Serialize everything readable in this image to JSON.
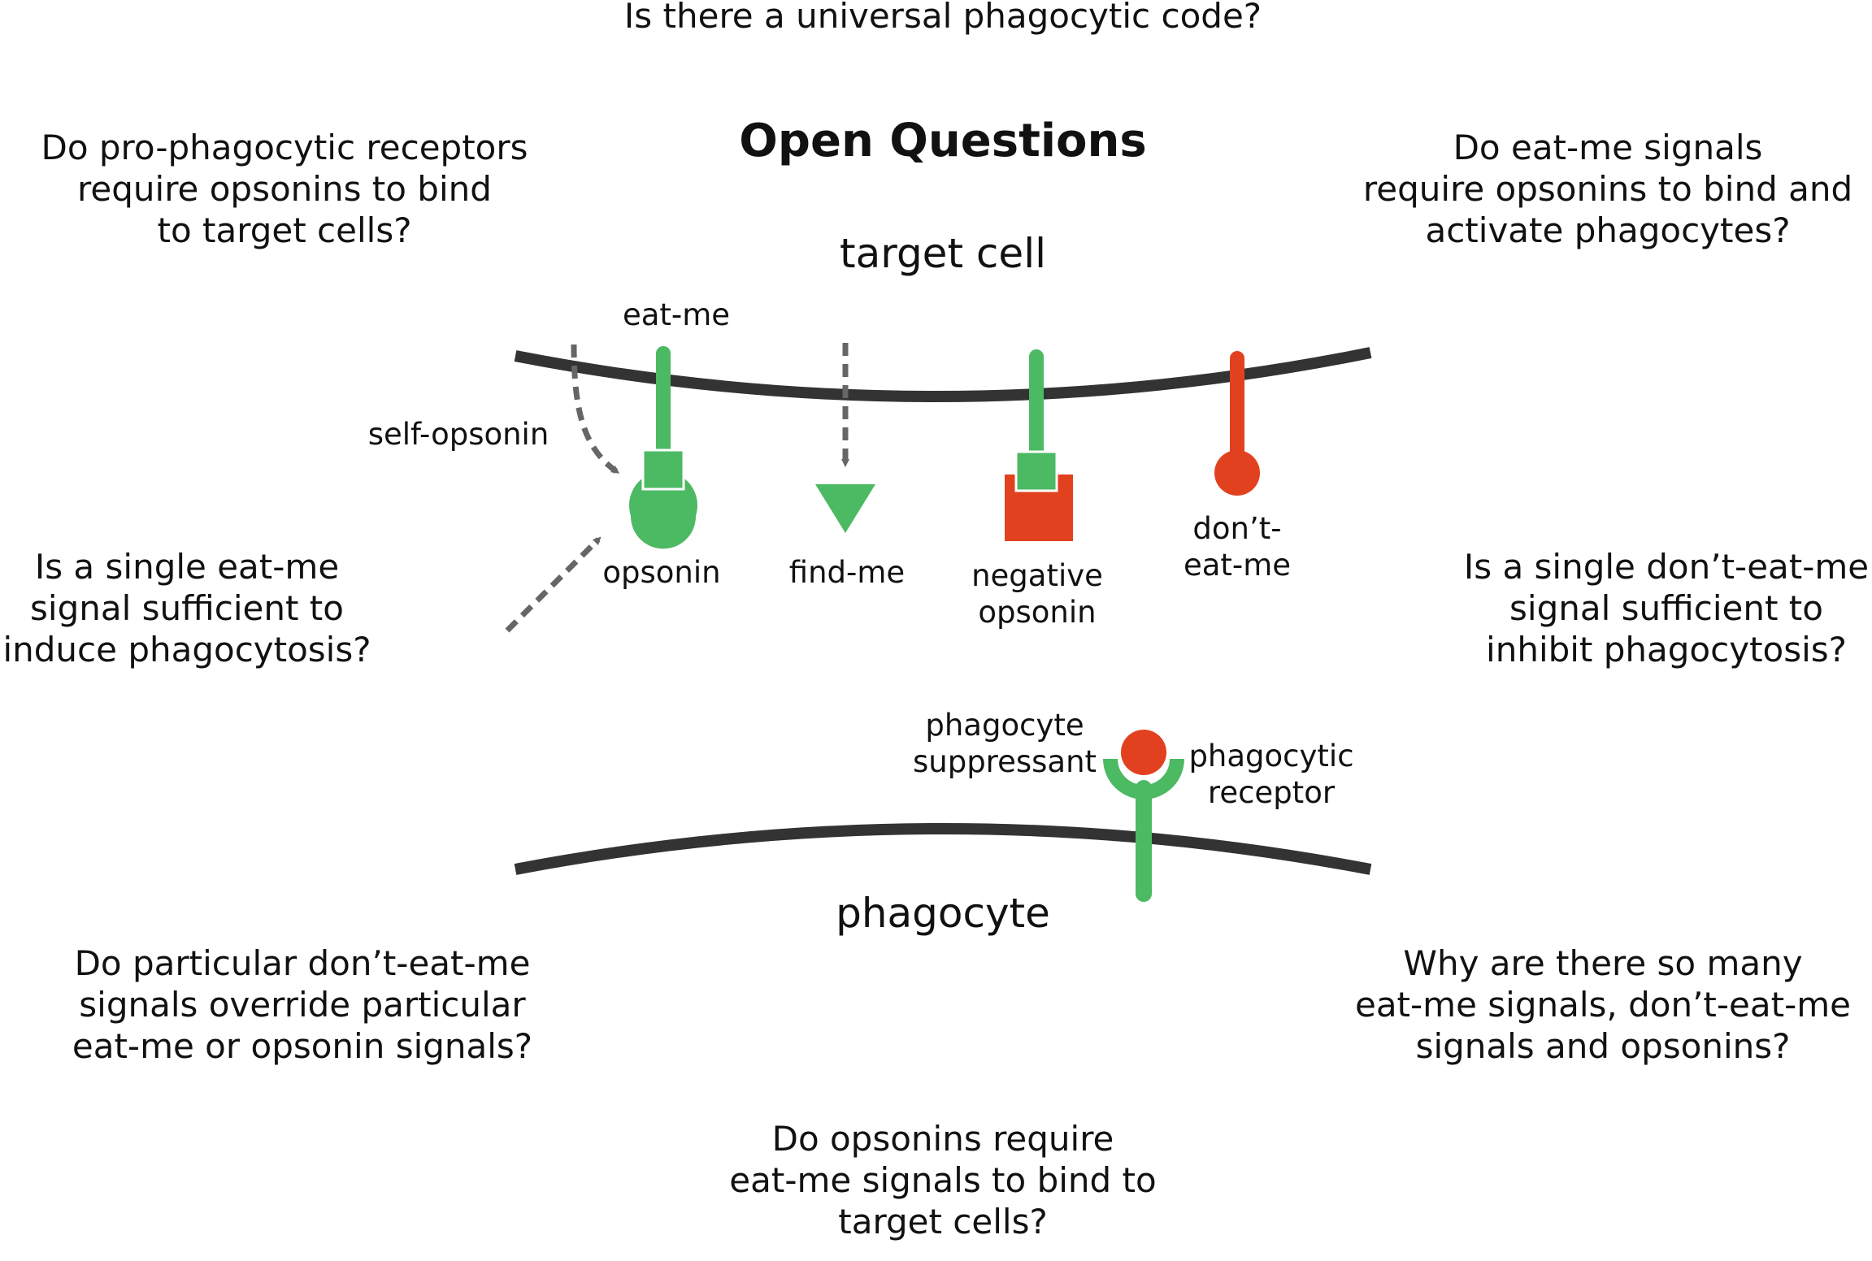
{
  "title": "Open Questions",
  "membranes": {
    "target_label": "target cell",
    "phagocyte_label": "phagocyte"
  },
  "signals": {
    "eat_me": "eat-me",
    "self_opsonin": "self-opsonin",
    "opsonin": "opsonin",
    "find_me": "find-me",
    "negative_opsonin": [
      "negative",
      "opsonin"
    ],
    "dont_eat_me": [
      "don’t-",
      "eat-me"
    ],
    "phagocyte_suppressant": [
      "phagocyte",
      "suppressant"
    ],
    "phagocytic_receptor": [
      "phagocytic",
      "receptor"
    ]
  },
  "questions": {
    "top": [
      "Is there a universal phagocytic code?"
    ],
    "top_left": [
      "Do pro-phagocytic receptors",
      "require opsonins to bind",
      "to target cells?"
    ],
    "top_right": [
      "Do eat-me signals",
      "require opsonins to bind and",
      "activate phagocytes?"
    ],
    "mid_left": [
      "Is a single eat-me",
      "signal sufficient to",
      "induce phagocytosis?"
    ],
    "mid_right": [
      "Is a single don’t-eat-me",
      "signal sufficient to",
      "inhibit phagocytosis?"
    ],
    "bottom_left": [
      "Do particular don’t-eat-me",
      "signals override particular",
      "eat-me or opsonin signals?"
    ],
    "bottom_right": [
      "Why are there so many",
      "eat-me signals, don’t-eat-me",
      "signals and opsonins?"
    ],
    "bottom": [
      "Do opsonins require",
      "eat-me signals to bind to",
      "target cells?"
    ]
  },
  "colors": {
    "green": "#4cb963",
    "red": "#e2411f",
    "membrane": "#333333",
    "arrow": "#666666"
  }
}
